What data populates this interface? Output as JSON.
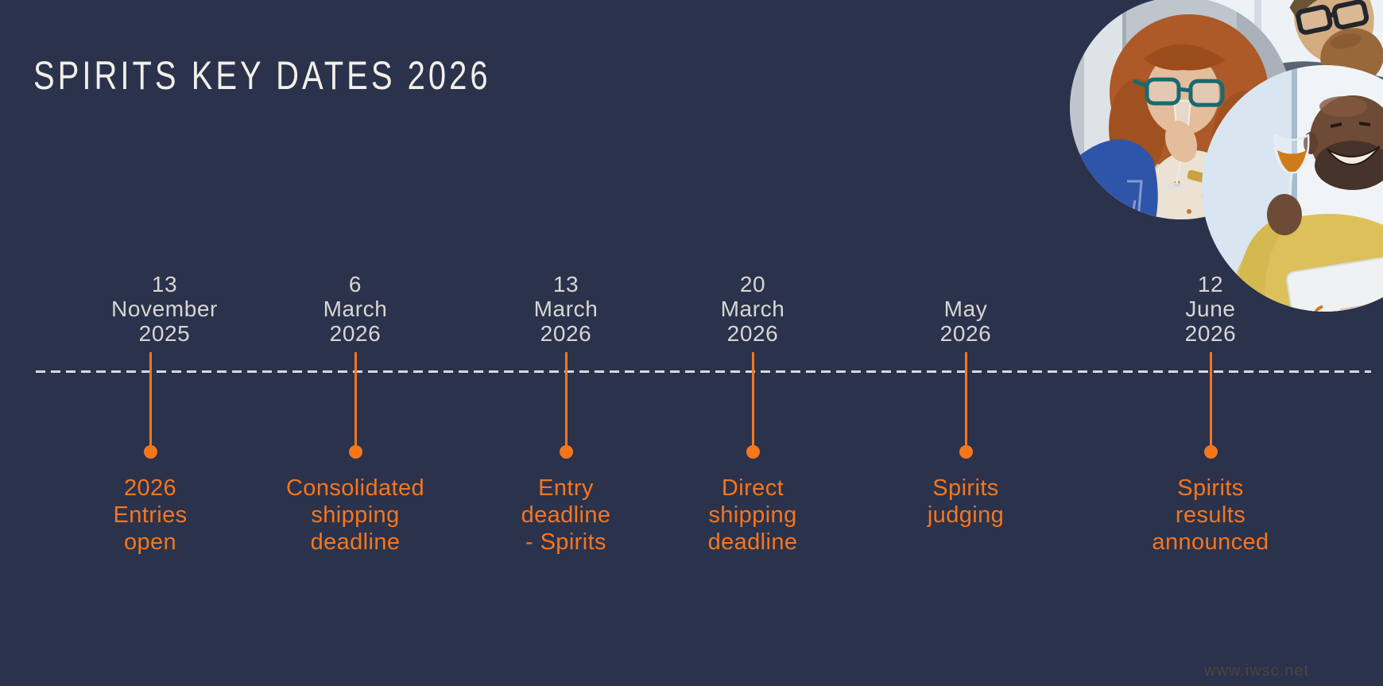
{
  "slide": {
    "title": "SPIRITS KEY DATES 2026",
    "watermark": "www.iwsc.net"
  },
  "colors": {
    "background": "#2a324c",
    "accent": "#f6761c",
    "title_text": "#f2efe9",
    "date_text": "#d8d6d2",
    "axis_dash": "#d9d9d9",
    "watermark_text": "#4a443c"
  },
  "timeline": {
    "axis_style": "dashed",
    "items": [
      {
        "date_lines": [
          "13",
          "November",
          "2025"
        ],
        "label_lines": [
          "2026",
          "Entries",
          "open"
        ]
      },
      {
        "date_lines": [
          "6",
          "March",
          "2026"
        ],
        "label_lines": [
          "Consolidated",
          "shipping",
          "deadline"
        ]
      },
      {
        "date_lines": [
          "13",
          "March",
          "2026"
        ],
        "label_lines": [
          "Entry",
          "deadline",
          "- Spirits"
        ]
      },
      {
        "date_lines": [
          "20",
          "March",
          "2026"
        ],
        "label_lines": [
          "Direct",
          "shipping",
          "deadline"
        ]
      },
      {
        "date_lines": [
          "May",
          "2026"
        ],
        "label_lines": [
          "Spirits",
          "judging"
        ]
      },
      {
        "date_lines": [
          "12",
          "June",
          "2026"
        ],
        "label_lines": [
          "Spirits",
          "results",
          "announced"
        ]
      }
    ]
  },
  "photos": [
    {
      "description": "Bearded judge with glasses examining a sample"
    },
    {
      "description": "Woman judge nosing a wine glass"
    },
    {
      "description": "Smiling judge holding a glass of amber spirit with a tablet"
    }
  ]
}
